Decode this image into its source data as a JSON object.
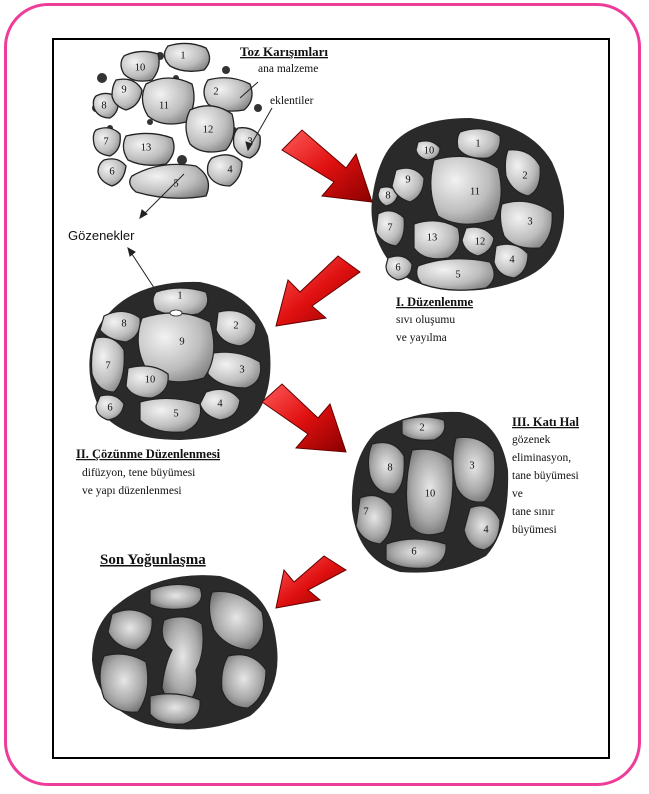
{
  "labels": {
    "powder_mix_title": "Toz Karışımları",
    "base_material": "ana malzeme",
    "additives": "eklentiler",
    "pores": "Gözenekler"
  },
  "stages": [
    {
      "title": "I. Düzenlenme",
      "desc": [
        "sıvı oluşumu",
        "ve yayılma"
      ]
    },
    {
      "title": "II. Çözünme Düzenlenmesi",
      "desc": [
        "difüzyon, tene büyümesi",
        "ve yapı düzenlenmesi"
      ]
    },
    {
      "title": "III. Katı Hal",
      "desc": [
        "gözenek",
        "eliminasyon,",
        "tane büyümesi",
        "ve",
        "tane sınır",
        "büyümesi"
      ]
    },
    {
      "title": "Son Yoğunlaşma",
      "desc": []
    }
  ],
  "grain_numbers": {
    "powder": [
      "1",
      "2",
      "3",
      "4",
      "5",
      "6",
      "7",
      "8",
      "9",
      "10",
      "11",
      "12",
      "13"
    ],
    "stage1": [
      "1",
      "2",
      "3",
      "4",
      "5",
      "6",
      "7",
      "8",
      "9",
      "10",
      "11",
      "12",
      "13"
    ],
    "stage2": [
      "1",
      "2",
      "3",
      "4",
      "5",
      "6",
      "7",
      "8",
      "9",
      "10"
    ],
    "stage3": [
      "2",
      "3",
      "4",
      "6",
      "7",
      "8",
      "10"
    ]
  },
  "colors": {
    "frame": "#ee3c9a",
    "arrow": "#e01010",
    "grain": "#c8c8c8",
    "matrix": "#2a2a2a"
  }
}
